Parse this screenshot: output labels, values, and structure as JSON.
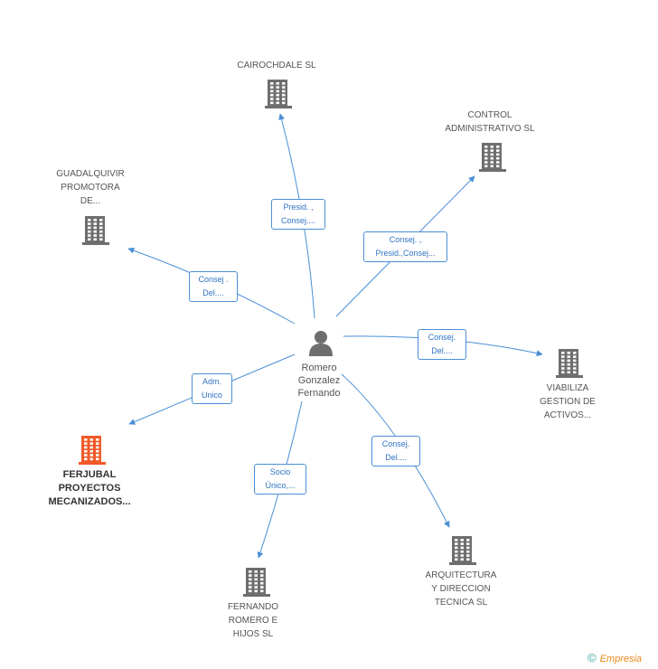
{
  "center": {
    "name_lines": [
      "Romero",
      "Gonzalez",
      "Fernando"
    ]
  },
  "nodes": [
    {
      "id": "cairochdale",
      "lines": [
        "CAIROCHDALE SL"
      ],
      "highlight": false
    },
    {
      "id": "control",
      "lines": [
        "CONTROL",
        "ADMINISTRATIVO SL"
      ],
      "highlight": false
    },
    {
      "id": "guadalquivir",
      "lines": [
        "GUADALQUIVIR",
        "PROMOTORA",
        "DE..."
      ],
      "highlight": false
    },
    {
      "id": "viabiliza",
      "lines": [
        "VIABILIZA",
        "GESTION DE",
        "ACTIVOS..."
      ],
      "highlight": false
    },
    {
      "id": "ferjubal",
      "lines": [
        "FERJUBAL",
        "PROYECTOS",
        "MECANIZADOS..."
      ],
      "highlight": true
    },
    {
      "id": "arquitectura",
      "lines": [
        "ARQUITECTURA",
        "Y DIRECCION",
        "TECNICA SL"
      ],
      "highlight": false
    },
    {
      "id": "fernando",
      "lines": [
        "FERNANDO",
        "ROMERO E",
        "HIJOS SL"
      ],
      "highlight": false
    }
  ],
  "edges": [
    {
      "to": "cairochdale",
      "lines": [
        "Presid. ,",
        "Consej...."
      ]
    },
    {
      "to": "control",
      "lines": [
        "Consej. ,",
        "Presid.,Consej..."
      ]
    },
    {
      "to": "guadalquivir",
      "lines": [
        "Consej .",
        "Del...."
      ]
    },
    {
      "to": "viabiliza",
      "lines": [
        "Consej.",
        "Del...."
      ]
    },
    {
      "to": "ferjubal",
      "lines": [
        "Adm.",
        "Unico"
      ]
    },
    {
      "to": "arquitectura",
      "lines": [
        "Consej.",
        "Del...."
      ]
    },
    {
      "to": "fernando",
      "lines": [
        "Socio",
        "Único,..."
      ]
    }
  ],
  "colors": {
    "edge": "#4a8fd6",
    "building": "#6e6e6e",
    "highlight": "#f05a28",
    "person": "#6e6e6e"
  },
  "footer": {
    "copyright": "©",
    "brand": "Empresia"
  }
}
